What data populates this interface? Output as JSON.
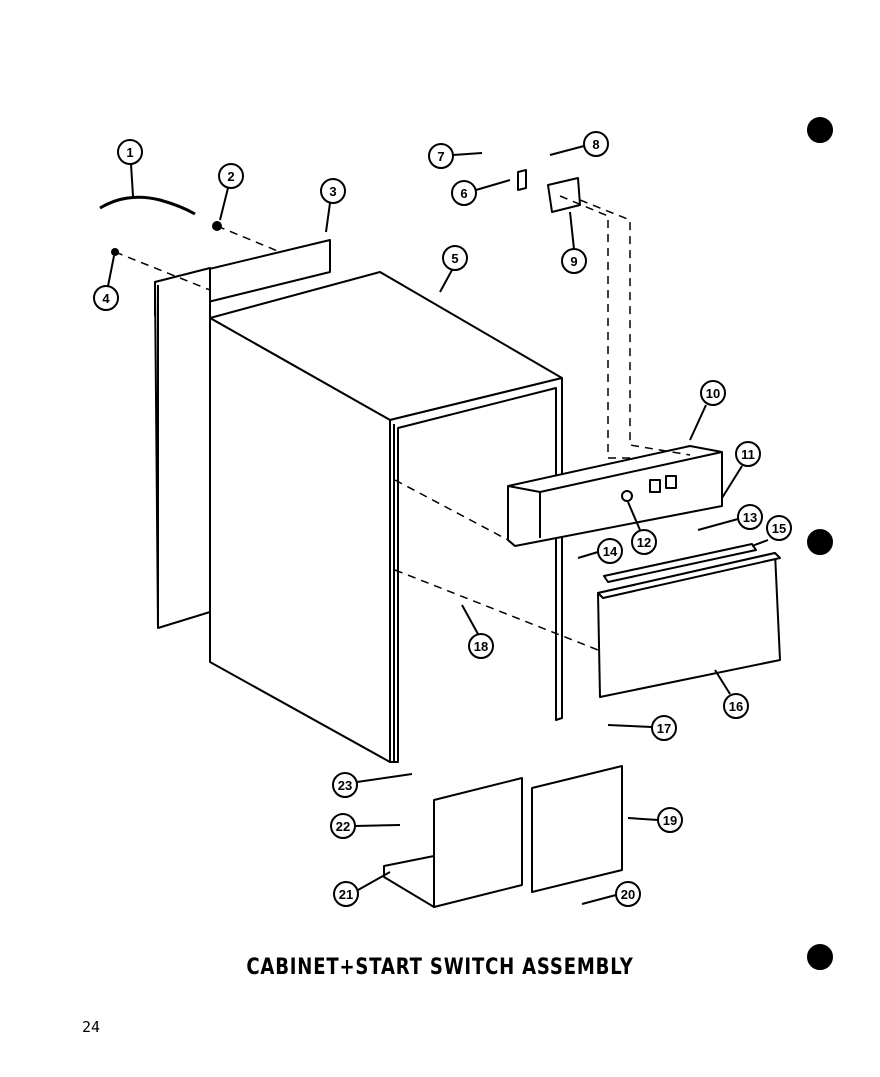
{
  "title": "CABINET+START SWITCH ASSEMBLY",
  "page_number": "24",
  "callouts": [
    "1",
    "2",
    "3",
    "4",
    "5",
    "6",
    "7",
    "8",
    "9",
    "10",
    "11",
    "12",
    "13",
    "14",
    "15",
    "16",
    "17",
    "18",
    "19",
    "20",
    "21",
    "22",
    "23"
  ]
}
